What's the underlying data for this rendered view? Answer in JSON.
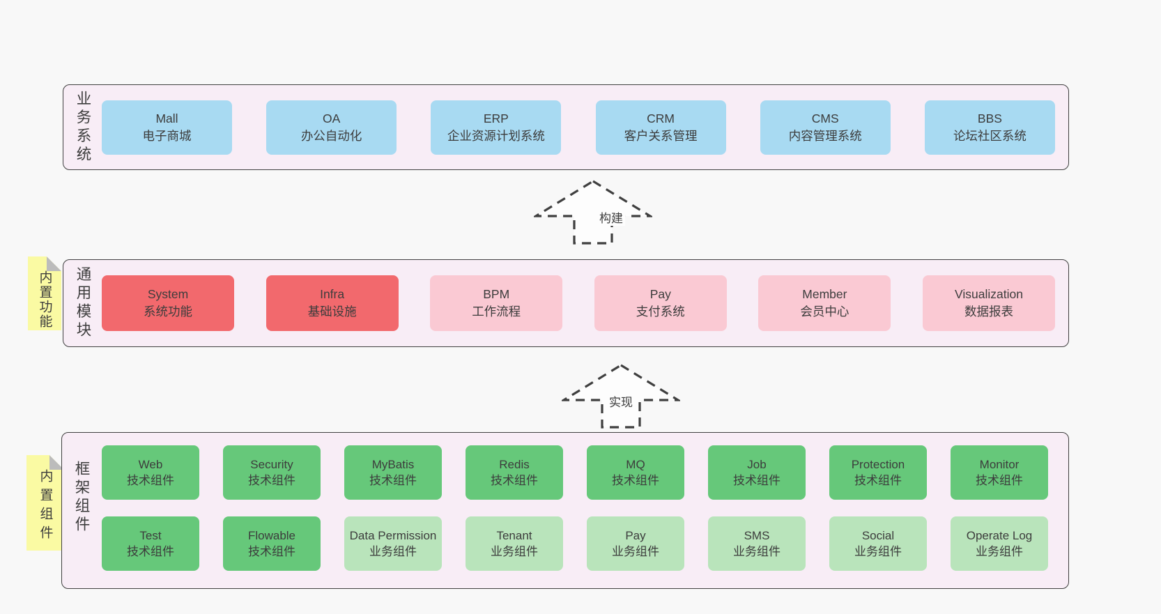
{
  "colors": {
    "page_bg": "#f8f8f8",
    "panel_bg": "#f8edf6",
    "panel_border": "#3f3f3f",
    "text": "#3c3c3c",
    "note_yellow": "#fafaa3",
    "note_fold": "#bcbcbc",
    "arrow_fill": "#fdfdfd",
    "blue": "#a8daf2",
    "red": "#f2696d",
    "pink": "#fac9d3",
    "green": "#66c87a",
    "light_green": "#b9e4bb"
  },
  "arrows": [
    {
      "label": "构建"
    },
    {
      "label": "实现"
    }
  ],
  "sections": [
    {
      "label": "业务系统",
      "note": null,
      "rows": [
        [
          {
            "name": "Mall",
            "desc": "电子商城",
            "type": "blue"
          },
          {
            "name": "OA",
            "desc": "办公自动化",
            "type": "blue"
          },
          {
            "name": "ERP",
            "desc": "企业资源计划系统",
            "type": "blue"
          },
          {
            "name": "CRM",
            "desc": "客户关系管理",
            "type": "blue"
          },
          {
            "name": "CMS",
            "desc": "内容管理系统",
            "type": "blue"
          },
          {
            "name": "BBS",
            "desc": "论坛社区系统",
            "type": "blue"
          }
        ]
      ]
    },
    {
      "label": "通用模块",
      "note": "内置功能",
      "rows": [
        [
          {
            "name": "System",
            "desc": "系统功能",
            "type": "red"
          },
          {
            "name": "Infra",
            "desc": "基础设施",
            "type": "red"
          },
          {
            "name": "BPM",
            "desc": "工作流程",
            "type": "pink"
          },
          {
            "name": "Pay",
            "desc": "支付系统",
            "type": "pink"
          },
          {
            "name": "Member",
            "desc": "会员中心",
            "type": "pink"
          },
          {
            "name": "Visualization",
            "desc": "数据报表",
            "type": "pink"
          }
        ]
      ]
    },
    {
      "label": "框架组件",
      "note": "内置组件",
      "rows": [
        [
          {
            "name": "Web",
            "desc": "技术组件",
            "type": "green"
          },
          {
            "name": "Security",
            "desc": "技术组件",
            "type": "green"
          },
          {
            "name": "MyBatis",
            "desc": "技术组件",
            "type": "green"
          },
          {
            "name": "Redis",
            "desc": "技术组件",
            "type": "green"
          },
          {
            "name": "MQ",
            "desc": "技术组件",
            "type": "green"
          },
          {
            "name": "Job",
            "desc": "技术组件",
            "type": "green"
          },
          {
            "name": "Protection",
            "desc": "技术组件",
            "type": "green"
          },
          {
            "name": "Monitor",
            "desc": "技术组件",
            "type": "green"
          }
        ],
        [
          {
            "name": "Test",
            "desc": "技术组件",
            "type": "green"
          },
          {
            "name": "Flowable",
            "desc": "技术组件",
            "type": "green"
          },
          {
            "name": "Data Permission",
            "desc": "业务组件",
            "type": "light_green"
          },
          {
            "name": "Tenant",
            "desc": "业务组件",
            "type": "light_green"
          },
          {
            "name": "Pay",
            "desc": "业务组件",
            "type": "light_green"
          },
          {
            "name": "SMS",
            "desc": "业务组件",
            "type": "light_green"
          },
          {
            "name": "Social",
            "desc": "业务组件",
            "type": "light_green"
          },
          {
            "name": "Operate Log",
            "desc": "业务组件",
            "type": "light_green"
          }
        ]
      ]
    }
  ]
}
